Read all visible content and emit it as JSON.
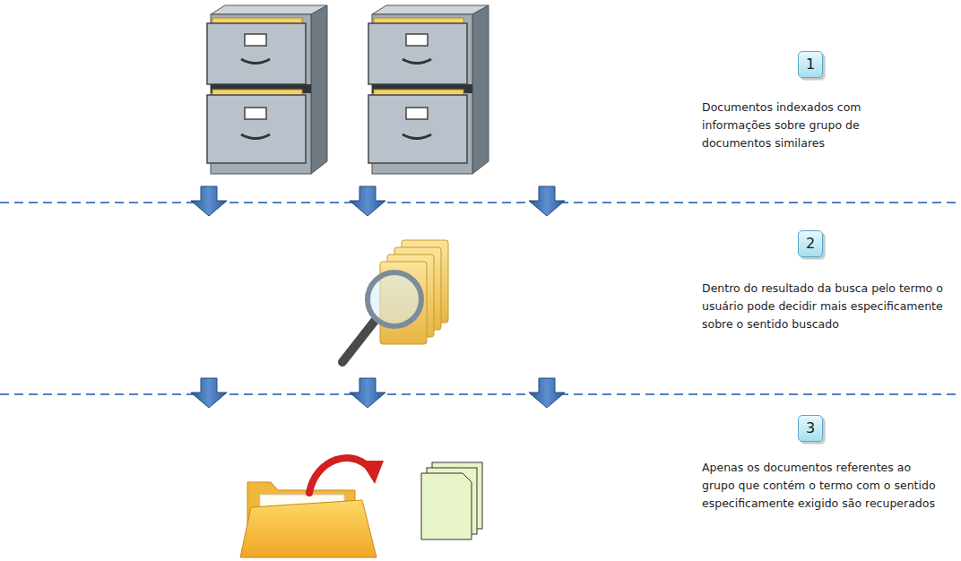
{
  "diagram": {
    "nodes": [
      {
        "text": [
          "1"
        ]
      },
      {
        "text": [
          "2"
        ]
      },
      {
        "text": [
          "3"
        ]
      }
    ],
    "labels": [
      "Documentos indexados com informações sobre grupo de documentos similares",
      "Dentro do resultado da busca pelo termo o usuário pode decidir mais especificamente sobre o sentido buscado",
      "Apenas os documentos referentes ao grupo que contém o termo com o sentido especificamente exigido são recuperados"
    ]
  }
}
